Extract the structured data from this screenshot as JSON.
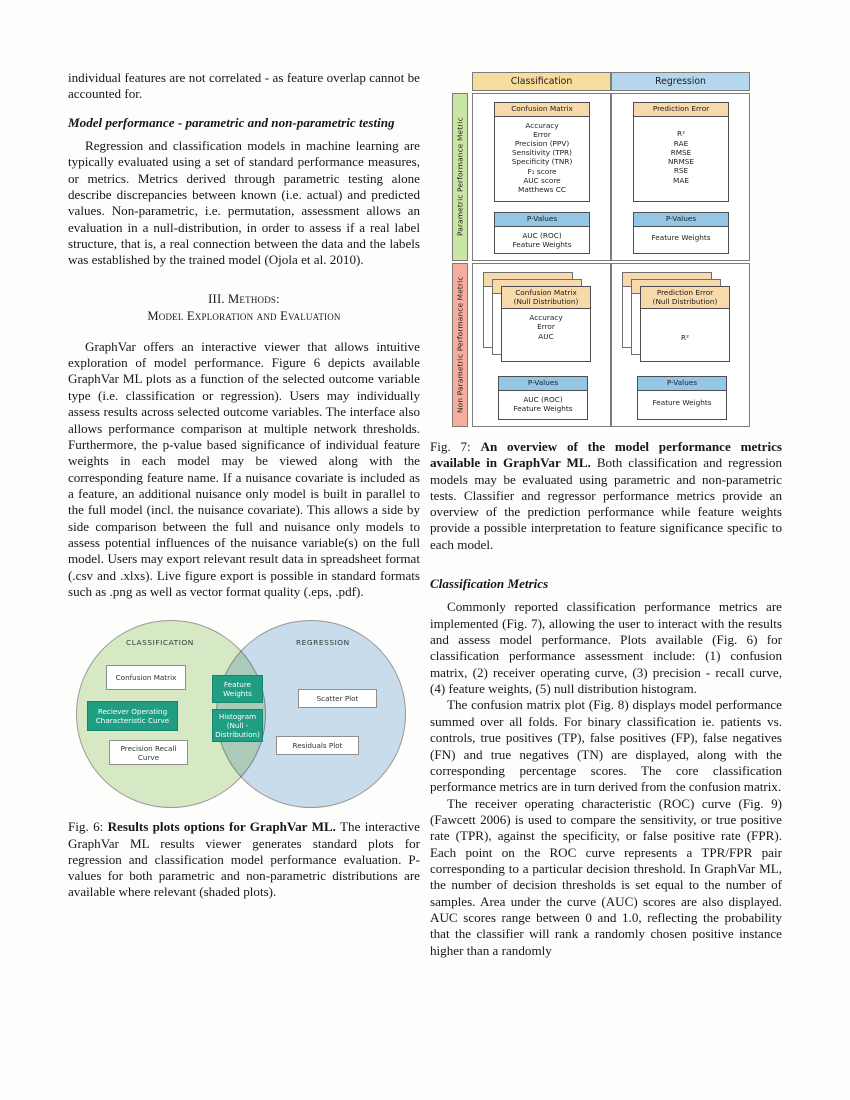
{
  "left_column": {
    "para_continued": "individual features are not correlated - as feature overlap cannot be accounted for.",
    "subheading": "Model performance - parametric and non-parametric testing",
    "para_model_performance": "Regression and classification models in machine learning are typically evaluated using a set of standard performance measures, or metrics. Metrics derived through parametric testing alone describe discrepancies between known (i.e. actual) and predicted values. Non-parametric, i.e. permutation, assessment allows an evaluation in a null-distribution, in order to assess if a real label structure, that is, a real connection between the data and the labels was established by the trained model (Ojola et al. 2010).",
    "section_heading_line1": "III.  Methods:",
    "section_heading_line2": "Model Exploration and Evaluation",
    "para_methods": "GraphVar offers an interactive viewer that allows intuitive exploration of model performance. Figure 6 depicts available GraphVar ML plots as a function of the selected outcome variable type (i.e. classification or regression). Users may individually assess results across selected outcome variables. The interface also allows performance comparison at multiple network thresholds. Furthermore, the p-value based significance of individual feature weights in each model may be viewed along with the corresponding feature name. If a nuisance covariate is included as a feature, an additional nuisance only model is built in parallel to the full model (incl. the nuisance covariate). This allows a side by side comparison between the full and nuisance only models to assess potential influences of the nuisance variable(s) on the full model. Users may export relevant result data in spreadsheet format (.csv and .xlxs). Live figure export is possible in standard formats such as .png as well as vector format quality (.eps, .pdf).",
    "figure6": {
      "label_classification": "CLASSIFICATION",
      "label_regression": "REGRESSION",
      "boxes_classification": [
        {
          "text": "Confusion\nMatrix",
          "shaded": false
        },
        {
          "text": "Reciever Operating\nCharacteristic\nCurve",
          "shaded": true
        },
        {
          "text": "Precision Recall\nCurve",
          "shaded": false
        }
      ],
      "boxes_overlap": [
        {
          "text": "Feature\nWeights",
          "shaded": true
        },
        {
          "text": "Histogram\n(Null -\nDistribution)",
          "shaded": true
        }
      ],
      "boxes_regression": [
        {
          "text": "Scatter Plot",
          "shaded": false
        },
        {
          "text": "Residuals Plot",
          "shaded": false
        }
      ],
      "caption_prefix": "Fig. 6: ",
      "caption_bold": "Results plots options for GraphVar ML.",
      "caption_rest": " The interactive GraphVar ML results viewer generates standard plots for regression and classification model performance evaluation. P-values for both parametric and non-parametric distributions are available where relevant (shaded plots)."
    }
  },
  "right_column": {
    "figure7": {
      "header_classification": "Classification",
      "header_regression": "Regression",
      "side_parametric": "Parametric Performance Metric",
      "side_non_parametric": "Non Parametric Performance Metric",
      "cards": {
        "param_classification_title": "Confusion Matrix",
        "param_classification_items": "Accuracy\nError\nPrecision (PPV)\nSensitivity (TPR)\nSpecificity (TNR)\nF₁ score\nAUC score\nMatthews CC",
        "param_classification_pval_title": "P-Values",
        "param_classification_pval_items": "AUC (ROC)\nFeature Weights",
        "param_regression_title": "Prediction Error",
        "param_regression_items": "R²\nRAE\nRMSE\nNRMSE\nRSE\nMAE",
        "param_regression_pval_title": "P-Values",
        "param_regression_pval_items": "Feature Weights",
        "nonparam_classification_title": "Confusion Matrix\n(Null Distribution)",
        "nonparam_classification_items": "Accuracy\nError\nAUC",
        "nonparam_classification_pval_title": "P-Values",
        "nonparam_classification_pval_items": "AUC (ROC)\nFeature Weights",
        "nonparam_regression_title": "Prediction Error\n(Null Distribution)",
        "nonparam_regression_items": "R²",
        "nonparam_regression_pval_title": "P-Values",
        "nonparam_regression_pval_items": "Feature Weights"
      },
      "caption_prefix": "Fig. 7: ",
      "caption_bold": "An overview of the model performance metrics available in GraphVar ML.",
      "caption_rest": " Both classification and regression models may be evaluated using parametric and non-parametric tests. Classifier and regressor performance metrics provide an overview of the prediction performance while feature weights provide a possible interpretation to feature significance specific to each model."
    },
    "subheading": "Classification Metrics",
    "para_metrics": "Commonly reported classification performance metrics are implemented (Fig. 7), allowing the user to interact with the results and assess model performance. Plots available (Fig. 6) for classification performance assessment include: (1) confusion matrix, (2) receiver operating curve, (3) precision - recall curve, (4) feature weights, (5) null distribution histogram.",
    "para_confusion": "The confusion matrix plot (Fig. 8) displays model performance summed over all folds. For binary classification ie. patients vs. controls, true positives (TP), false positives (FP), false negatives (FN) and true negatives (TN) are displayed, along with the corresponding percentage scores. The core classification performance metrics are in turn derived from the confusion matrix.",
    "para_roc": "The receiver operating characteristic (ROC) curve (Fig. 9) (Fawcett 2006) is used to compare the sensitivity, or true positive rate (TPR), against the specificity, or false positive rate (FPR). Each point on the ROC curve represents a TPR/FPR pair corresponding to a particular decision threshold. In GraphVar ML, the number of decision thresholds is set equal to the number of samples. Area under the curve (AUC) scores are also displayed. AUC scores range between 0 and 1.0, reflecting the probability that the classifier will rank a randomly chosen positive instance higher than a randomly"
  },
  "colors": {
    "classification_header": "#f8dc9b",
    "regression_header": "#b4d7ee",
    "parametric_side": "#c9e7a2",
    "nonparametric_side": "#f7aca0",
    "card_title": "#f7d9ab",
    "pvalue_title": "#95c6e6",
    "venn_classification": "#d7e9c4",
    "venn_regression": "#cadef0",
    "venn_shaded_box": "#1f9e83"
  }
}
